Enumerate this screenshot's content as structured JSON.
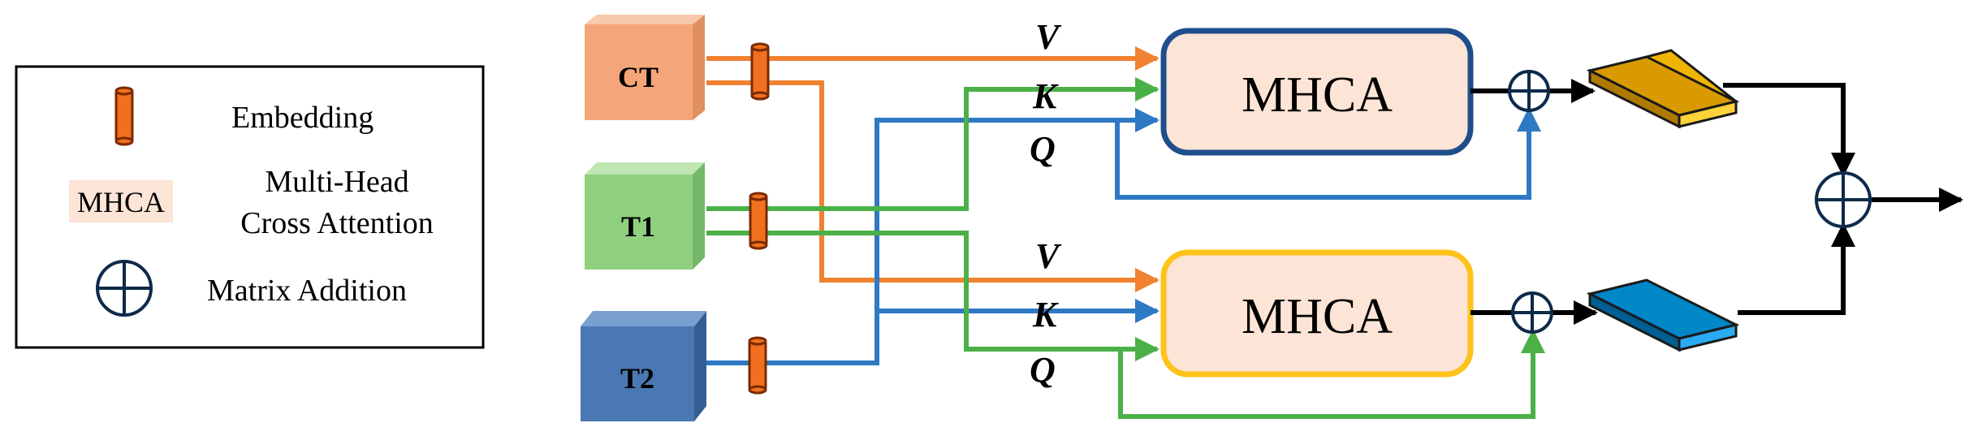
{
  "legend": {
    "embedding_label": "Embedding",
    "mhca_tag": "MHCA",
    "mhca_desc_line1": "Multi-Head",
    "mhca_desc_line2": "Cross Attention",
    "addition_label": "Matrix Addition"
  },
  "inputs": {
    "ct": "CT",
    "t1": "T1",
    "t2": "T2"
  },
  "branch_top": {
    "v": "V",
    "k": "K",
    "q": "Q",
    "block": "MHCA"
  },
  "branch_bottom": {
    "v": "V",
    "k": "K",
    "q": "Q",
    "block": "MHCA"
  },
  "colors": {
    "ct_orange": "#f4a67a",
    "t1_green": "#8fd07f",
    "t2_blue": "#4a78b2",
    "arrow_orange": "#f08232",
    "arrow_green": "#4cb049",
    "arrow_blue": "#2e79c4",
    "mhca_fill": "#fce4d6",
    "mhca_top_border": "#1f4e8c",
    "mhca_bottom_border": "#ffc21a",
    "feature_gold": "#d99a00",
    "feature_blue": "#0087c7"
  }
}
